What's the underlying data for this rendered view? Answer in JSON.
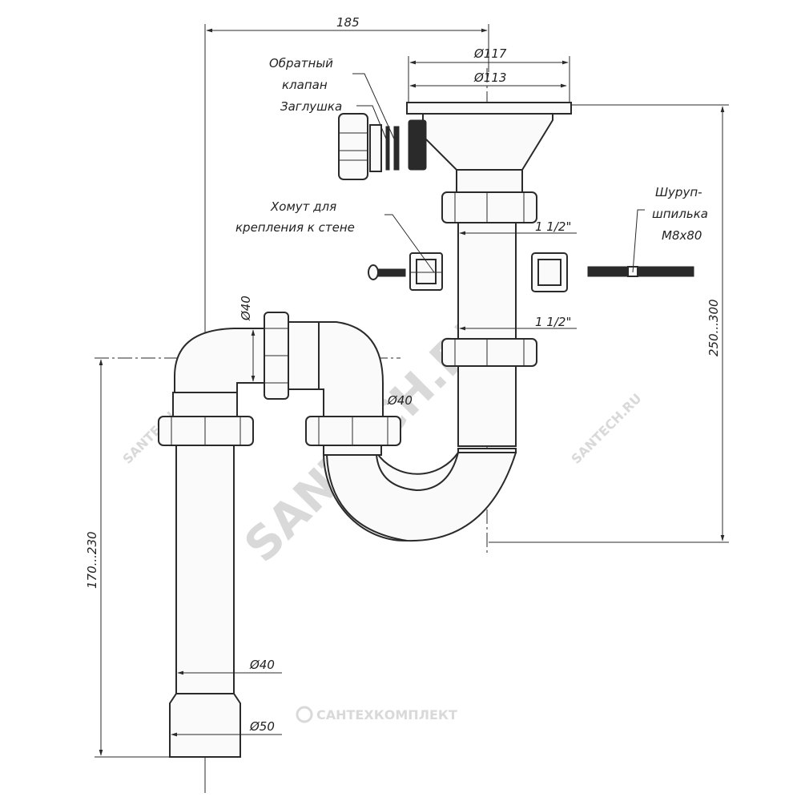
{
  "labels": {
    "check_valve_line1": "Обратный",
    "check_valve_line2": "клапан",
    "plug": "Заглушка",
    "clamp_line1": "Хомут для",
    "clamp_line2": "крепления к стене",
    "screw_line1": "Шуруп-",
    "screw_line2": "шпилька",
    "screw_line3": "М8х80"
  },
  "dimensions": {
    "width_185": "185",
    "d117": "Ø117",
    "d113": "Ø113",
    "thread_upper": "1 1/2\"",
    "thread_lower": "1 1/2\"",
    "height_250_300": "250...300",
    "d40_elbow": "Ø40",
    "d40_trap": "Ø40",
    "height_170_230": "170...230",
    "d40_pipe": "Ø40",
    "d50_pipe": "Ø50"
  },
  "watermarks": {
    "main": "SANTECH.RU",
    "small_left": "SANTECH.RU",
    "small_right": "SANTECH.RU",
    "brand": "САНТЕХКОМПЛЕКТ"
  }
}
